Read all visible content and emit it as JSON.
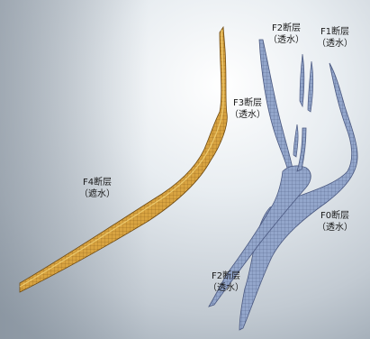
{
  "faults": [
    {
      "id": "F4",
      "name": "F4断层",
      "property": "（遮水）",
      "color": "#d8a340"
    },
    {
      "id": "F3",
      "name": "F3断层",
      "property": "（透水）",
      "color": "#d8a340"
    },
    {
      "id": "F2-top",
      "name": "F2断层",
      "property": "（透水）",
      "color": "#8fa2c7"
    },
    {
      "id": "F1",
      "name": "F1断层",
      "property": "（透水）",
      "color": "#8fa2c7"
    },
    {
      "id": "F0",
      "name": "F0断层",
      "property": "（透水）",
      "color": "#8fa2c7"
    },
    {
      "id": "F2-bottom",
      "name": "F2断层",
      "property": "（透水）",
      "color": "#8fa2c7"
    }
  ],
  "colors": {
    "background_light": "#f2f5f8",
    "background_dark": "#9aa6b2",
    "impermeable_fault": "#d8a340",
    "permeable_fault": "#8fa2c7"
  }
}
